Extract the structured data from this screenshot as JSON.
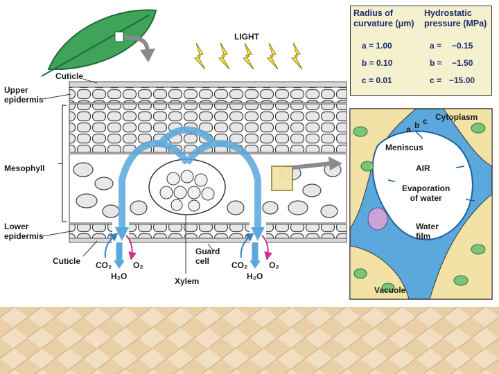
{
  "leaf_diagram": {
    "labels": {
      "light": "LIGHT",
      "cuticle_top": "Cuticle",
      "upper_epidermis": "Upper\nepidermis",
      "mesophyll": "Mesophyll",
      "lower_epidermis": "Lower\nepidermis",
      "cuticle_bottom": "Cuticle",
      "guard_cell": "Guard\ncell",
      "xylem": "Xylem",
      "co2_left": "CO₂",
      "o2_left": "O₂",
      "h2o_left": "H₂O",
      "co2_right": "CO₂",
      "o2_right": "O₂",
      "h2o_right": "H₂O"
    }
  },
  "table": {
    "col1_header": "Radius of\ncurvature (μm)",
    "col2_header": "Hydrostatic\npressure (MPa)",
    "rows": [
      {
        "radius": "a = 1.00",
        "pressure_label": "a =",
        "pressure_value": "−0.15"
      },
      {
        "radius": "b = 0.10",
        "pressure_label": "b =",
        "pressure_value": "−1.50"
      },
      {
        "radius": "c = 0.01",
        "pressure_label": "c =",
        "pressure_value": "−15.00"
      }
    ]
  },
  "inset": {
    "cytoplasm": "Cytoplasm",
    "curve_a": "a",
    "curve_b": "b",
    "curve_c": "c",
    "meniscus": "Meniscus",
    "air": "AIR",
    "evaporation": "Evaporation\nof water",
    "water_film": "Water\nfilm",
    "vacuole": "Vacuole"
  },
  "colors": {
    "water": "#5aa8dc",
    "cytoplasm": "#f2e2a6",
    "chloroplast": "#7cc47a",
    "arrow_light": "#f3e64a",
    "co2_arrow": "#3a7fc0",
    "o2_arrow": "#d0308a",
    "leaf": "#3fa35a"
  }
}
